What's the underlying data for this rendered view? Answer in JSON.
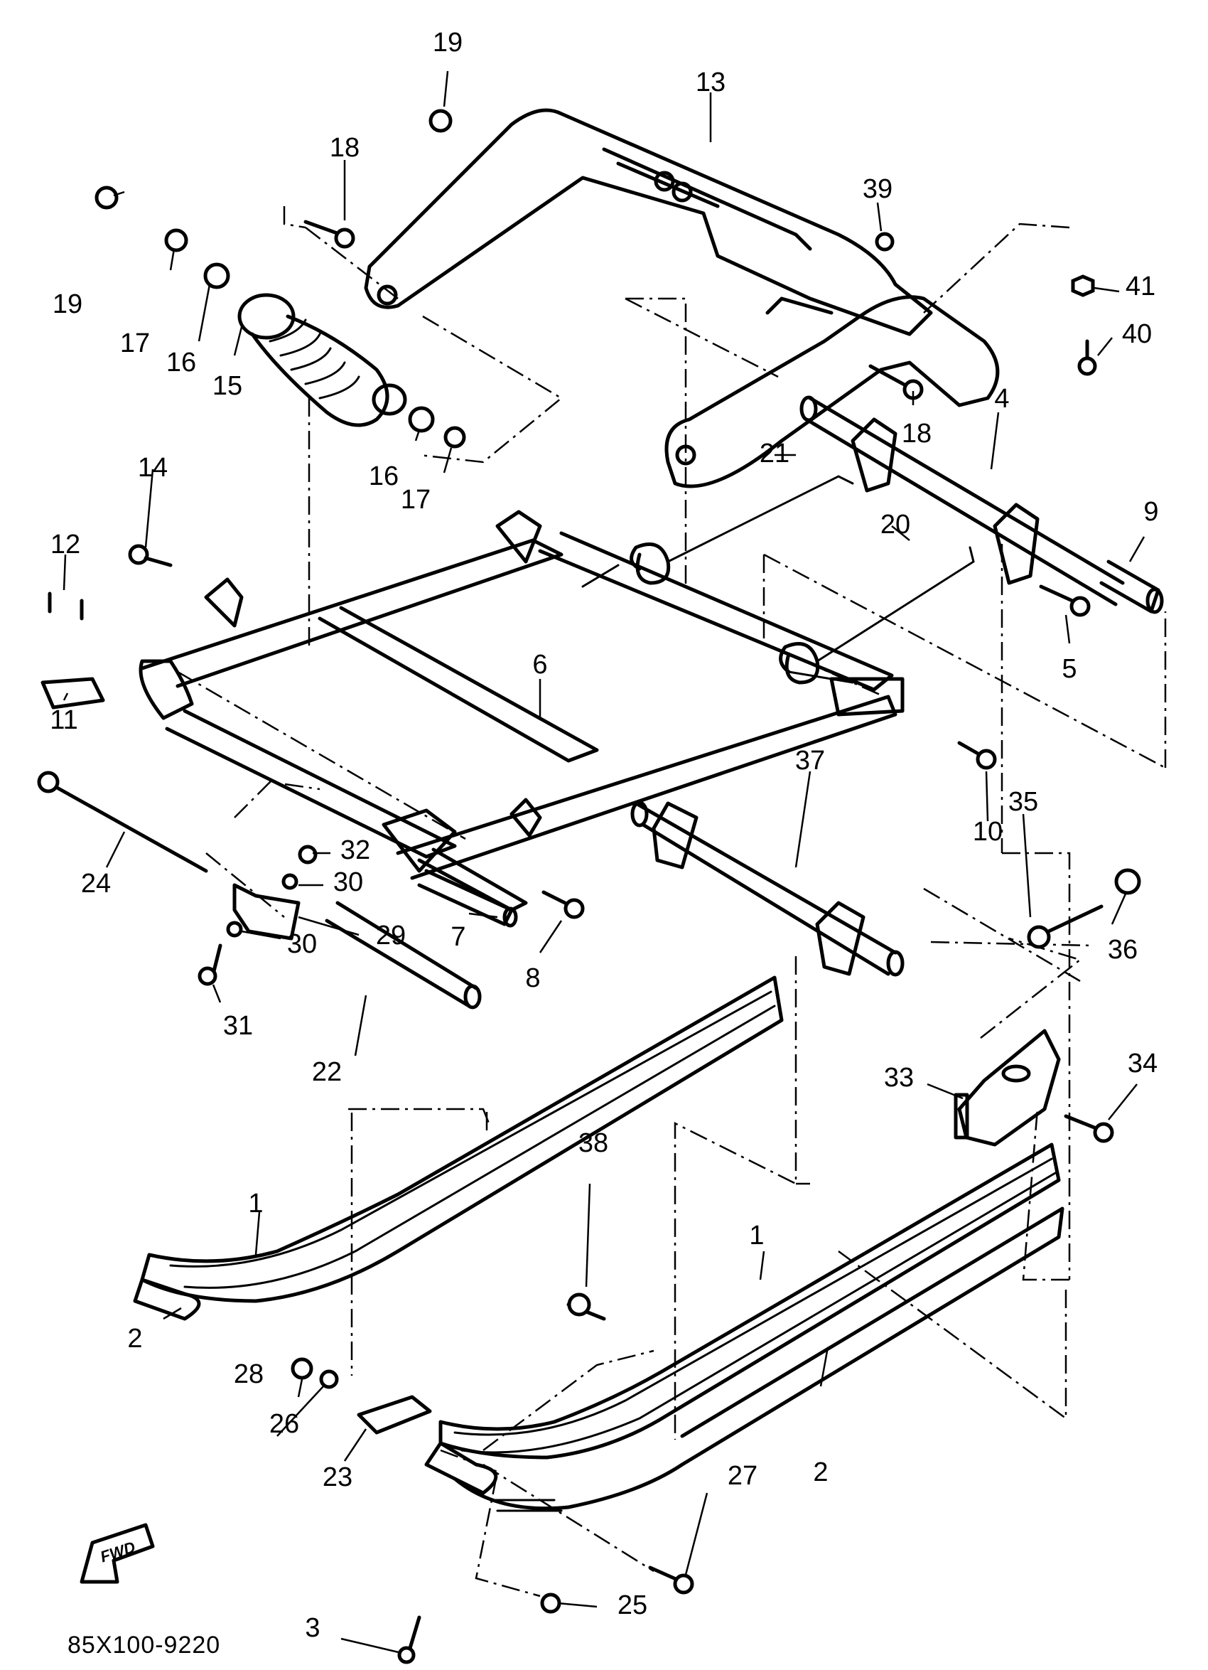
{
  "diagram": {
    "drawing_code": "85X100-9220",
    "fwd_badge": "FWD",
    "callouts": [
      "19",
      "13",
      "18",
      "39",
      "41",
      "40",
      "19",
      "17",
      "16",
      "15",
      "18",
      "4",
      "16",
      "17",
      "21",
      "14",
      "9",
      "20",
      "12",
      "5",
      "6",
      "11",
      "10",
      "37",
      "35",
      "32",
      "24",
      "30",
      "36",
      "29",
      "7",
      "8",
      "30",
      "31",
      "22",
      "33",
      "34",
      "1",
      "38",
      "1",
      "2",
      "28",
      "26",
      "23",
      "27",
      "2",
      "3",
      "25"
    ]
  }
}
